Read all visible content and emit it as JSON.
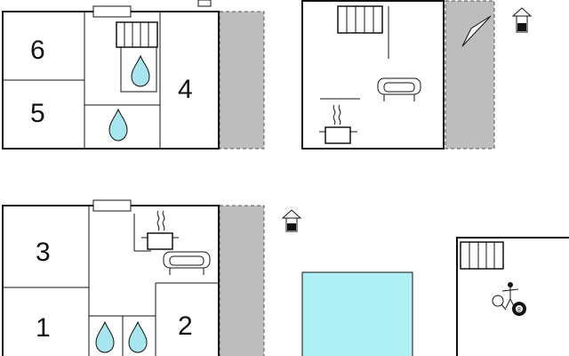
{
  "colors": {
    "wall": "#111111",
    "terrace": "#bdbdbd",
    "water": "#a7e6ef",
    "pool": "#aef0f5",
    "background": "#ffffff"
  },
  "rooms": [
    {
      "label": "6"
    },
    {
      "label": "5"
    },
    {
      "label": "4"
    },
    {
      "label": "3"
    },
    {
      "label": "1"
    },
    {
      "label": "2"
    }
  ],
  "icons": [
    "radiator-icon",
    "shower-drop-icon",
    "sofa-icon",
    "kitchen-pot-icon",
    "house-entrance-icon",
    "triangle-icon",
    "pool",
    "table-tennis-icon",
    "billiard-ball-icon",
    "terrace-area"
  ],
  "billiard_ball": {
    "label": "8"
  }
}
